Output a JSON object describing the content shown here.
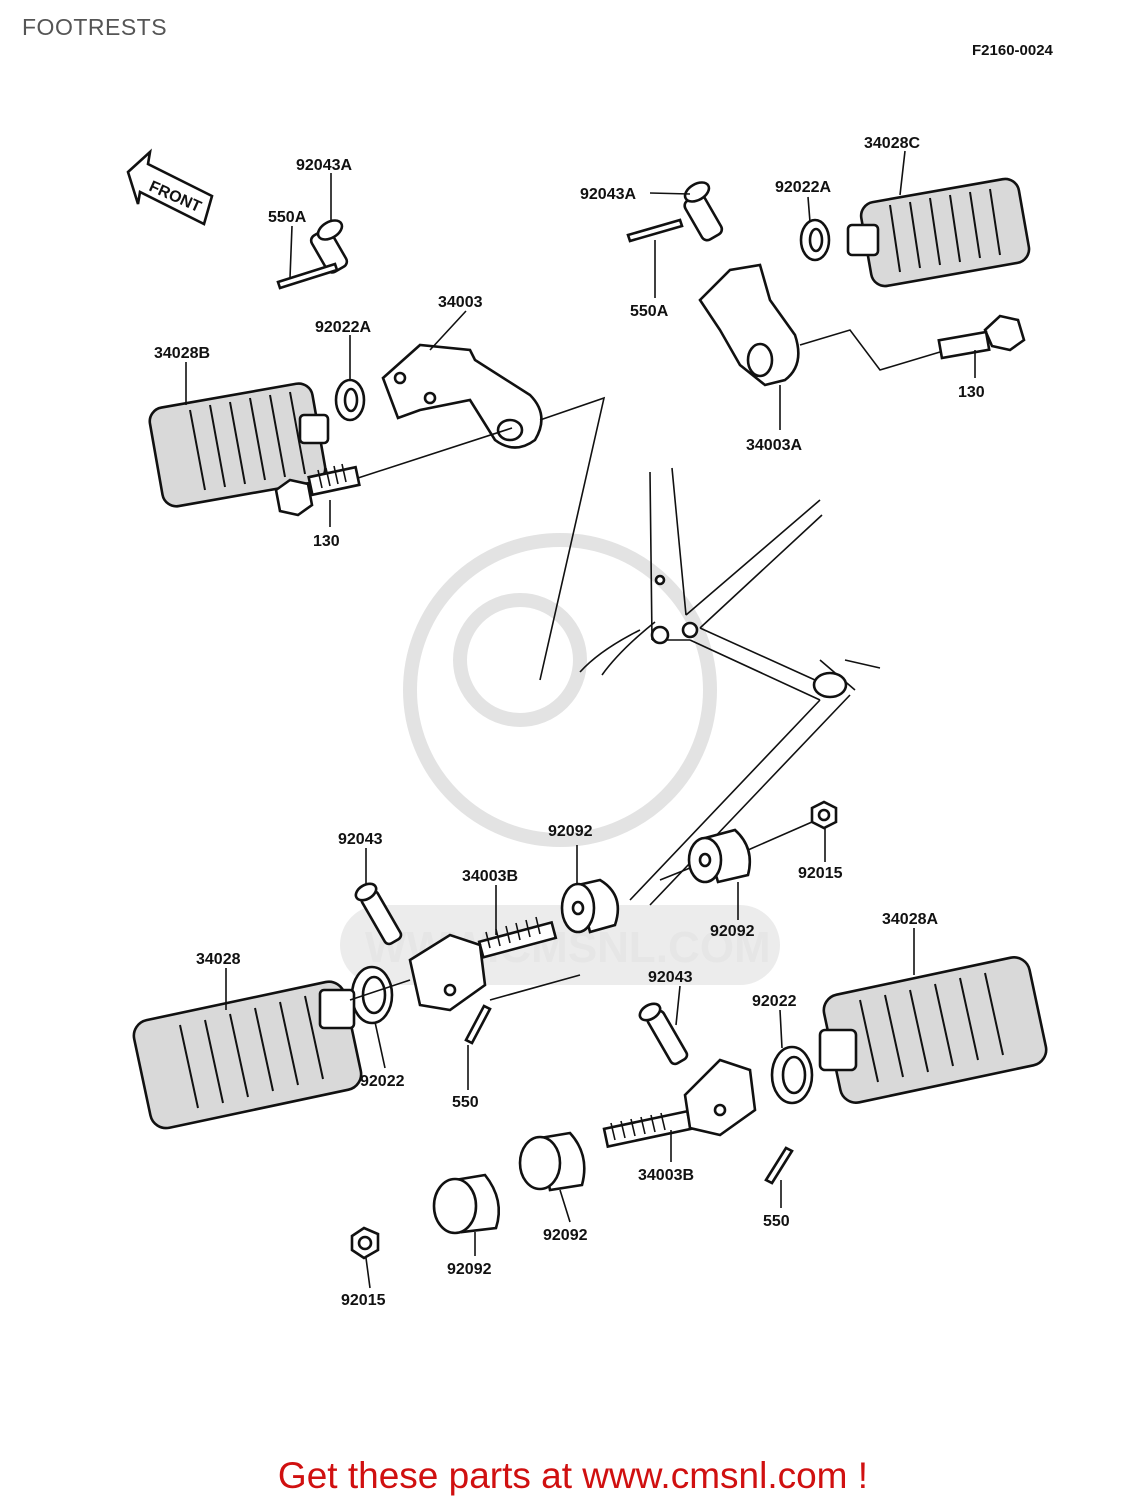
{
  "header": {
    "title": "FOOTRESTS",
    "diagram_code": "F2160-0024"
  },
  "direction_arrow": {
    "label": "FRONT"
  },
  "watermark": {
    "text": "WWW.CMSNL.COM"
  },
  "callouts": {
    "c_92043A_l": "92043A",
    "c_550A_l": "550A",
    "c_92022A_l": "92022A",
    "c_34003": "34003",
    "c_34028B": "34028B",
    "c_130_l": "130",
    "c_92043A_r": "92043A",
    "c_92022A_r": "92022A",
    "c_34028C": "34028C",
    "c_550A_r": "550A",
    "c_130_r": "130",
    "c_34003A": "34003A",
    "c_92043_l": "92043",
    "c_92092_t": "92092",
    "c_34003B_t": "34003B",
    "c_92015_r": "92015",
    "c_92092_r": "92092",
    "c_34028": "34028",
    "c_34028A": "34028A",
    "c_92043_r": "92043",
    "c_92022_r": "92022",
    "c_92022_l": "92022",
    "c_550_l": "550",
    "c_34003B_b": "34003B",
    "c_550_r": "550",
    "c_92092_b1": "92092",
    "c_92092_b2": "92092",
    "c_92015_b": "92015"
  },
  "footer": {
    "text": "Get these parts at www.cmsnl.com !",
    "color": "#d01010"
  },
  "colors": {
    "line": "#111111",
    "footer": "#d01010",
    "title": "#555555"
  }
}
